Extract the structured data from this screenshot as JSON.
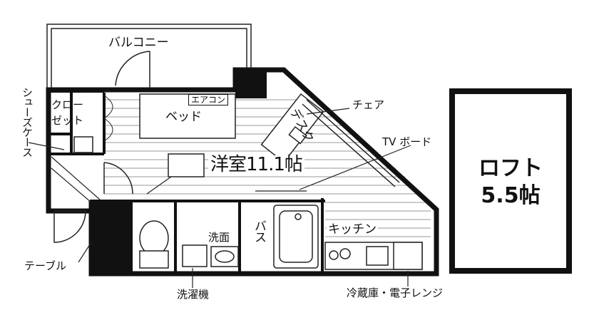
{
  "labels": {
    "balcony": "バルコニー",
    "closet_line1": "クロー",
    "closet_line2": "ゼット",
    "shoe_case": "シューズケース",
    "bed": "ベッド",
    "aircon": "エアコン",
    "desk": "デスク",
    "chair": "チェア",
    "tv_board": "TV ボード",
    "western_room": "洋室11.1帖",
    "loft_line1": "ロフト",
    "loft_line2": "5.5帖",
    "washbasin": "洗面",
    "bath": "バス",
    "kitchen": "キッチン",
    "table": "テーブル",
    "washing_machine": "洗濯機",
    "fridge_microwave": "冷蔵庫・電子レンジ"
  },
  "colors": {
    "wall": "#111111",
    "line": "#222222",
    "background": "#ffffff"
  }
}
